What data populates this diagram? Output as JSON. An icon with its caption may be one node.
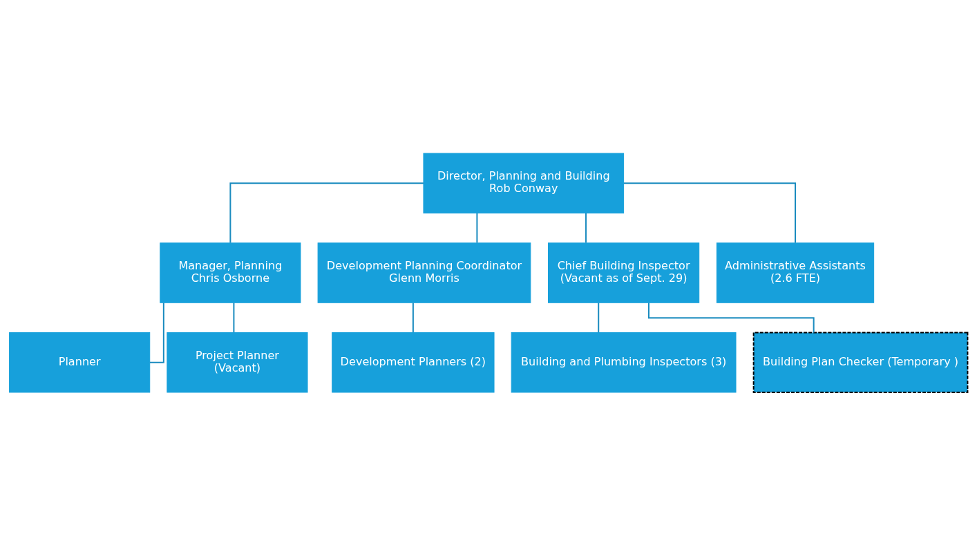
{
  "diagram": {
    "nodes": [
      {
        "text": [
          "Director, Planning and Building",
          "Rob Conway"
        ]
      },
      {
        "text": [
          "Manager, Planning",
          "Chris Osborne"
        ]
      },
      {
        "text": [
          "Development Planning Coordinator",
          "Glenn Morris"
        ]
      },
      {
        "text": [
          "Chief Building Inspector",
          "(Vacant as of Sept. 29)"
        ]
      },
      {
        "text": [
          "Administrative Assistants",
          "(2.6 FTE)"
        ]
      },
      {
        "text": [
          "Planner"
        ]
      },
      {
        "text": [
          "Project Planner",
          "(Vacant)"
        ]
      },
      {
        "text": [
          "Development Planners (2)"
        ]
      },
      {
        "text": [
          "Building and Plumbing Inspectors (3)"
        ]
      },
      {
        "text": [
          "Building Plan Checker (Temporary )"
        ]
      }
    ],
    "edges": [
      {
        "from": 0,
        "to": 1,
        "arrow": "none"
      },
      {
        "from": 0,
        "to": 2,
        "arrow": "none"
      },
      {
        "from": 0,
        "to": 3,
        "arrow": "none"
      },
      {
        "from": 0,
        "to": 4,
        "arrow": "none"
      },
      {
        "from": 1,
        "to": 5,
        "arrow": "none"
      },
      {
        "from": 1,
        "to": 6,
        "arrow": "none"
      },
      {
        "from": 2,
        "to": 7,
        "arrow": "none"
      },
      {
        "from": 3,
        "to": 8,
        "arrow": "none"
      },
      {
        "from": 3,
        "to": 9,
        "arrow": "none"
      }
    ]
  }
}
